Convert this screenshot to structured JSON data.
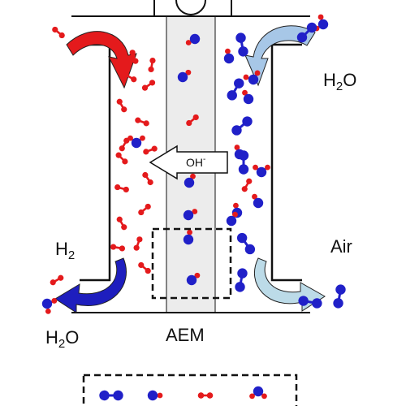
{
  "labels": {
    "h2o_top_right": {
      "base": "H",
      "sub": "2",
      "tail": "O"
    },
    "air": {
      "text": "Air"
    },
    "h2_left": {
      "base": "H",
      "sub": "2"
    },
    "h2o_bottom_left": {
      "base": "H",
      "sub": "2",
      "tail": "O"
    },
    "membrane": {
      "text": "AEM"
    },
    "hydroxide": {
      "base": "OH",
      "sup": "-"
    }
  },
  "colors": {
    "hydrogen": "#e41a1c",
    "oxygen": "#2020c8",
    "membrane_fill": "#ececec",
    "frame": "#111111",
    "arrow_h2_in": "#e41a1c",
    "arrow_air_in": "#a7c7e7",
    "arrow_h2o_out": "#1e1ebe",
    "arrow_air_out": "#bcdbe8",
    "oh_arrow_fill": "#ffffff"
  },
  "legend": {
    "items": [
      "oxygen-molecule-icon",
      "hydroxide-icon",
      "hydrogen-molecule-icon",
      "water-molecule-icon"
    ]
  }
}
